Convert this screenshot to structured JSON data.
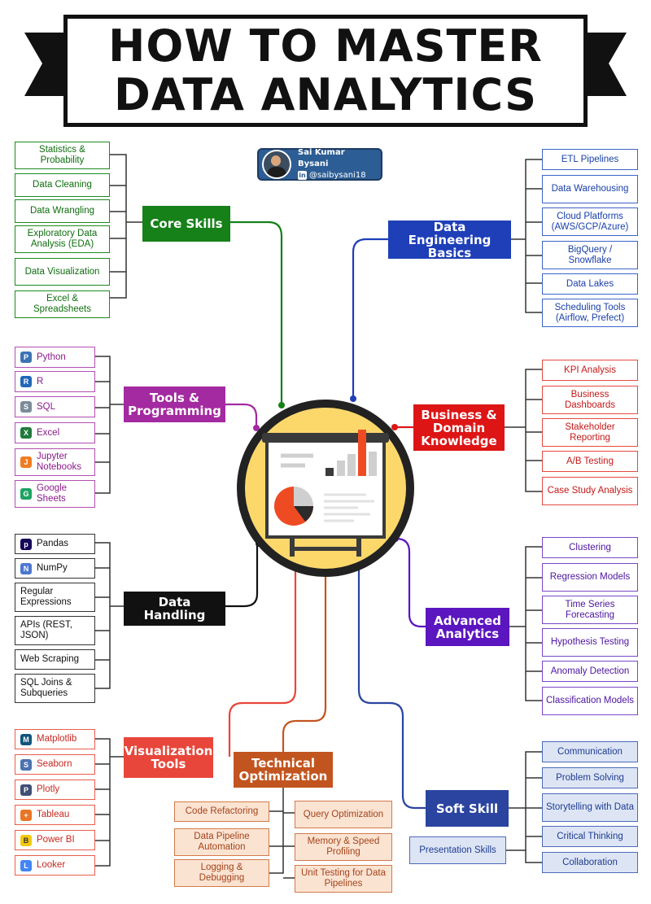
{
  "title": {
    "line1": "HOW TO MASTER",
    "line2": "DATA ANALYTICS"
  },
  "author": {
    "name": "Sai Kumar Bysani",
    "handle": "@saibysani18",
    "network_icon": "in"
  },
  "colors": {
    "core": "#168019",
    "tools": "#a32aa0",
    "handling": "#111111",
    "viz": "#e8463a",
    "tech": "#c2551f",
    "eng": "#1e3fb8",
    "biz": "#dd1515",
    "adv": "#5b16c0",
    "soft": "#2a44a0",
    "hub": "#fcd86b"
  },
  "categories": {
    "core": {
      "label": "Core Skills",
      "items": [
        "Statistics & Probability",
        "Data Cleaning",
        "Data Wrangling",
        "Exploratory Data Analysis (EDA)",
        "Data Visualization",
        "Excel & Spreadsheets"
      ]
    },
    "tools": {
      "label": "Tools & Programming",
      "items": [
        {
          "label": "Python",
          "icon": "python-icon"
        },
        {
          "label": "R",
          "icon": "r-icon"
        },
        {
          "label": "SQL",
          "icon": "sql-icon"
        },
        {
          "label": "Excel",
          "icon": "excel-icon"
        },
        {
          "label": "Jupyter Notebooks",
          "icon": "jupyter-icon"
        },
        {
          "label": "Google Sheets",
          "icon": "google-sheets-icon"
        }
      ]
    },
    "handling": {
      "label": "Data Handling",
      "items": [
        {
          "label": "Pandas",
          "icon": "pandas-icon"
        },
        {
          "label": "NumPy",
          "icon": "numpy-icon"
        },
        {
          "label": "Regular Expressions"
        },
        {
          "label": "APIs (REST, JSON)"
        },
        {
          "label": "Web Scraping"
        },
        {
          "label": "SQL Joins & Subqueries"
        }
      ]
    },
    "viz": {
      "label": "Visualization Tools",
      "items": [
        {
          "label": "Matplotlib",
          "icon": "matplotlib-icon"
        },
        {
          "label": "Seaborn",
          "icon": "seaborn-icon"
        },
        {
          "label": "Plotly",
          "icon": "plotly-icon"
        },
        {
          "label": "Tableau",
          "icon": "tableau-icon"
        },
        {
          "label": "Power BI",
          "icon": "power-bi-icon"
        },
        {
          "label": "Looker",
          "icon": "looker-icon"
        }
      ]
    },
    "tech": {
      "label": "Technical Optimization",
      "left_items": [
        "Code Refactoring",
        "Data Pipeline Automation",
        "Logging & Debugging"
      ],
      "right_items": [
        "Query Optimization",
        "Memory & Speed Profiling",
        "Unit Testing for Data Pipelines"
      ]
    },
    "eng": {
      "label": "Data Engineering Basics",
      "items": [
        "ETL Pipelines",
        "Data Warehousing",
        "Cloud Platforms (AWS/GCP/Azure)",
        "BigQuery / Snowflake",
        "Data Lakes",
        "Scheduling Tools (Airflow, Prefect)"
      ]
    },
    "biz": {
      "label": "Business & Domain Knowledge",
      "items": [
        "KPI Analysis",
        "Business Dashboards",
        "Stakeholder Reporting",
        "A/B Testing",
        "Case Study Analysis"
      ]
    },
    "adv": {
      "label": "Advanced Analytics",
      "items": [
        "Clustering",
        "Regression Models",
        "Time Series Forecasting",
        "Hypothesis Testing",
        "Anomaly Detection",
        "Classification Models"
      ]
    },
    "soft": {
      "label": "Soft Skill",
      "items": [
        "Communication",
        "Problem Solving",
        "Storytelling with Data",
        "Critical Thinking",
        "Collaboration"
      ],
      "side_item": "Presentation Skills"
    }
  }
}
